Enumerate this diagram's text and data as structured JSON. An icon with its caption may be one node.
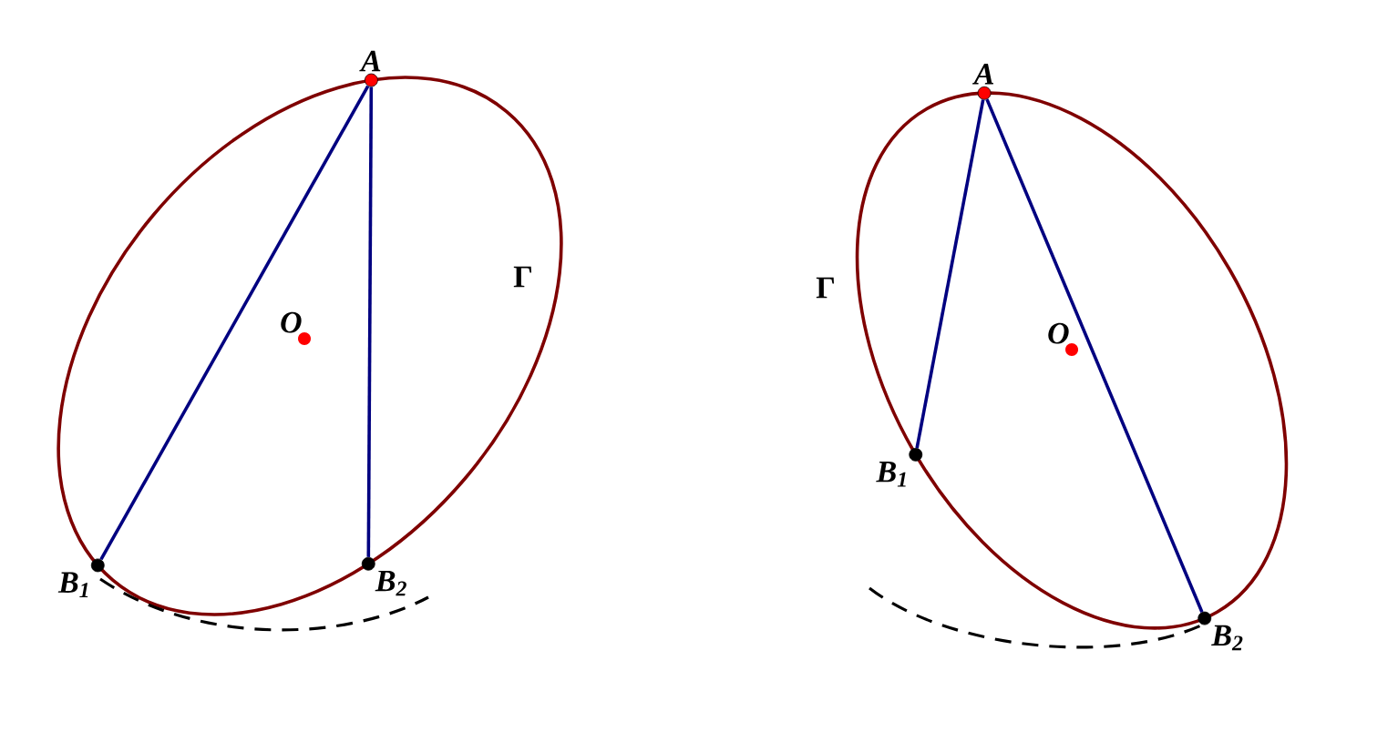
{
  "diagram": {
    "nodes": [
      {
        "text": [
          "A"
        ]
      },
      {
        "text": [
          "B$_{1}$"
        ]
      },
      {
        "text": [
          "B$_{2}$"
        ]
      },
      {
        "text": [
          "A"
        ]
      },
      {
        "text": [
          "B$_{1}$"
        ]
      },
      {
        "text": [
          "B$_{2}$"
        ]
      }
    ],
    "edges": [
      {
        "from": 0,
        "to": 1,
        "arrow": "none"
      },
      {
        "from": 0,
        "to": 2,
        "arrow": "none"
      },
      {
        "from": 3,
        "to": 4,
        "arrow": "none"
      },
      {
        "from": 3,
        "to": 5,
        "arrow": "none"
      }
    ],
    "labels": [
      "Γ",
      "O",
      "Γ",
      "O"
    ]
  }
}
